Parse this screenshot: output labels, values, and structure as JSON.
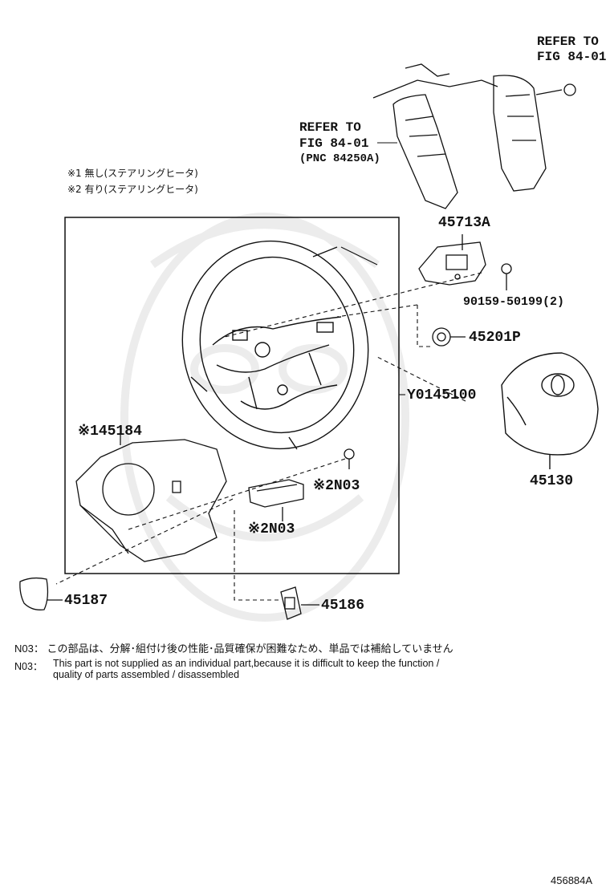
{
  "diagram": {
    "refer_top_line1": "REFER TO",
    "refer_top_line2": "FIG 84-01",
    "refer_left_line1": "REFER TO",
    "refer_left_line2": "FIG 84-01",
    "refer_left_line3": "(PNC 84250A)",
    "legend_1": "※1 無し(ステアリングヒータ)",
    "legend_2": "※2 有り(ステアリングヒータ)",
    "parts": {
      "p45713A": "45713A",
      "p90159": "90159-50199(2)",
      "p45201P": "45201P",
      "pY0145100": "Y0145100",
      "p45130": "45130",
      "p45184": "※145184",
      "pN03a": "※2N03",
      "pN03b": "※2N03",
      "p45187": "45187",
      "p45186": "45186"
    }
  },
  "notes": {
    "jp": "N03： この部品は、分解･組付け後の性能･品質確保が困難なため、単品では補給していません",
    "en_prefix": "N03：",
    "en_line1": "This part is not supplied as an individual part,because it is difficult to keep the function /",
    "en_line2": "quality of parts assembled / disassembled"
  },
  "figure_id": "456884A"
}
